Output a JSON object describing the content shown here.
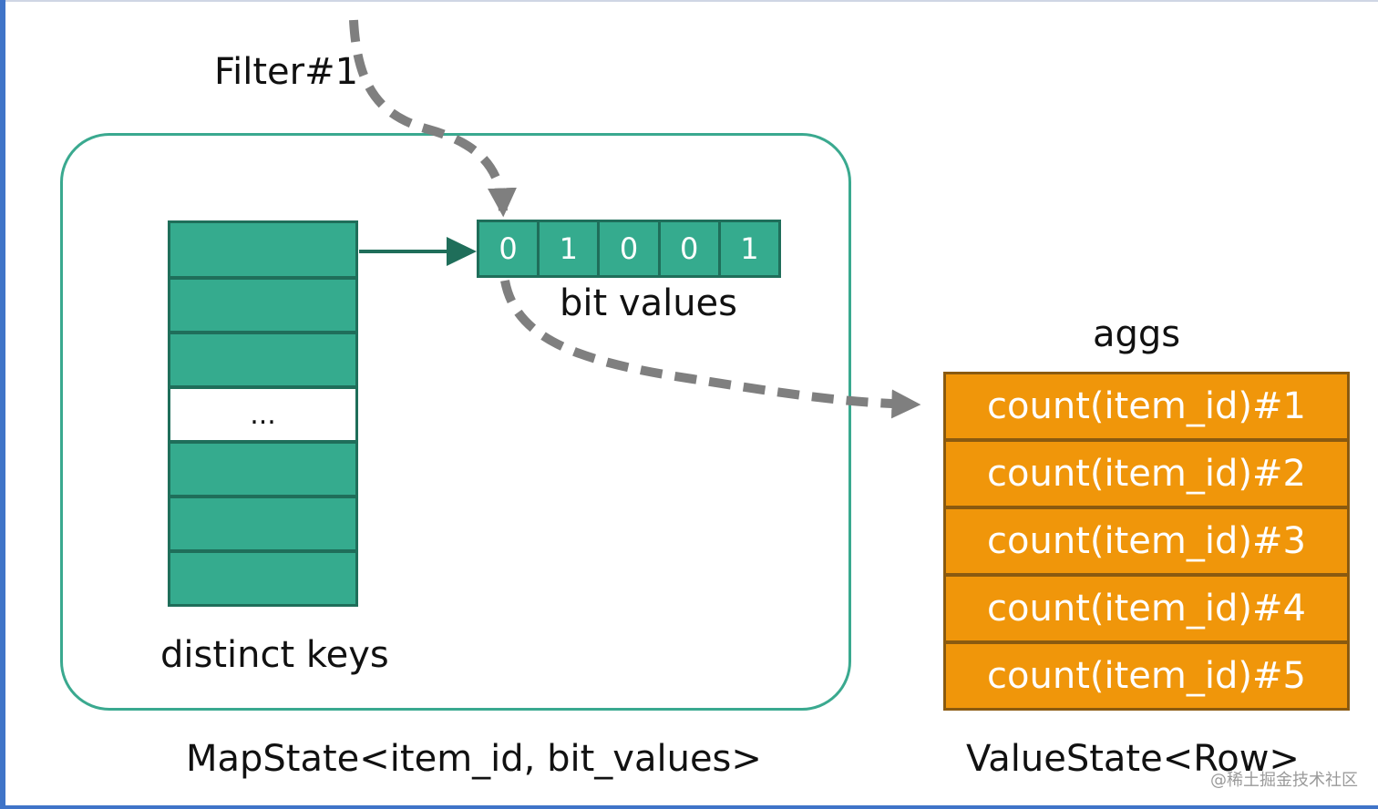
{
  "filter_label": "Filter#1",
  "bit_values": {
    "label": "bit values",
    "bits": [
      "0",
      "1",
      "0",
      "0",
      "1"
    ]
  },
  "distinct_keys": {
    "label": "distinct keys",
    "rows": [
      "",
      "",
      "",
      "...",
      "",
      "",
      ""
    ]
  },
  "aggs": {
    "label": "aggs",
    "rows": [
      "count(item_id)#1",
      "count(item_id)#2",
      "count(item_id)#3",
      "count(item_id)#4",
      "count(item_id)#5"
    ]
  },
  "captions": {
    "map_state": "MapState<item_id, bit_values>",
    "value_state": "ValueState<Row>"
  },
  "watermark": "@稀土掘金技术社区",
  "colors": {
    "teal_fill": "#35ab8e",
    "teal_border": "#1f6e5a",
    "container_border": "#3aa98f",
    "orange_fill": "#f0960a",
    "arrow_gray": "#7f7f7f",
    "frame_blue": "#3f74c8"
  }
}
